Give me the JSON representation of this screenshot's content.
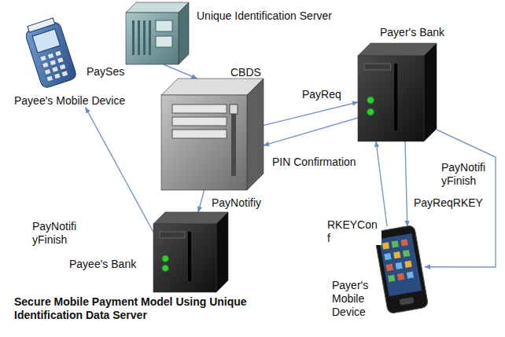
{
  "diagram": {
    "caption": "Secure Mobile Payment Model Using Unique Identification Data Server",
    "nodes": [
      {
        "text": [
          "Unique Identification Server"
        ]
      },
      {
        "text": [
          "Payee's Mobile Device"
        ]
      },
      {
        "text": [
          "CBDS"
        ]
      },
      {
        "text": [
          "Payer's Bank"
        ]
      },
      {
        "text": [
          "Payee's Bank"
        ]
      },
      {
        "text": [
          "Payer's Mobile Device"
        ]
      }
    ],
    "edges": [
      {
        "from": 0,
        "to": 2,
        "arrow": "to"
      },
      {
        "from": 2,
        "to": 3,
        "label": "PayReq",
        "arrow": "to"
      },
      {
        "from": 3,
        "to": 2,
        "label": "PIN Confirmation",
        "arrow": "to"
      },
      {
        "from": 2,
        "to": 4,
        "label": "PayNotifiy",
        "arrow": "to"
      },
      {
        "from": 4,
        "to": 1,
        "label": "PayNotifi yFinish",
        "arrow": "to"
      },
      {
        "from": 3,
        "to": 5,
        "label": "PayReqRKEY",
        "arrow": "to"
      },
      {
        "from": 5,
        "to": 3,
        "label": "RKEYCon f",
        "arrow": "to"
      },
      {
        "from": 3,
        "to": 5,
        "label": "PayNotifi yFinish",
        "arrow": "to"
      }
    ],
    "labels": [
      "PaySes"
    ]
  }
}
